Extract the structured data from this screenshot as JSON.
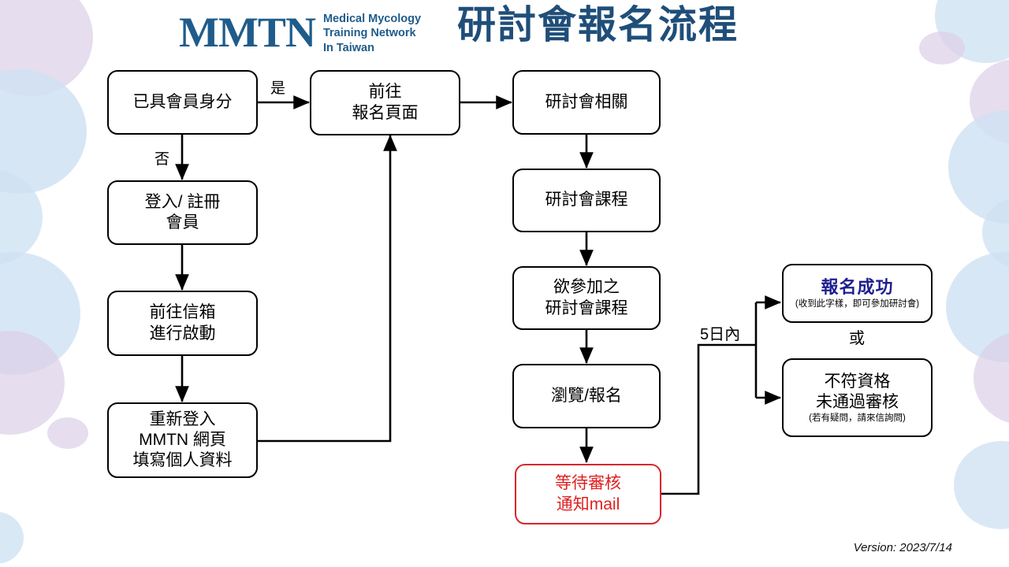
{
  "meta": {
    "version_text": "Version: 2023/7/14"
  },
  "header": {
    "logo_mark": "MMTN",
    "logo_subtitle": "Medical Mycology\nTraining Network\nIn Taiwan",
    "title": "研討會報名流程"
  },
  "colors": {
    "title_blue": "#1F4E79",
    "logo_blue": "#1F5C8B",
    "alert_red": "#E02020",
    "alert_border_red": "#D8262C",
    "success_navy": "#1F1F8F",
    "node_border": "#000000",
    "blob_blue": "#CFE2F3",
    "blob_purple": "#DCD0E8"
  },
  "flow": {
    "nodes": [
      {
        "id": "member-status",
        "label": "已具會員身分",
        "note": "",
        "style": "plain"
      },
      {
        "id": "registration-page",
        "label": "前往\n報名頁面",
        "note": "",
        "style": "plain"
      },
      {
        "id": "login-register",
        "label": "登入/ 註冊\n會員",
        "note": "",
        "style": "plain"
      },
      {
        "id": "activate-mail",
        "label": "前往信箱\n進行啟動",
        "note": "",
        "style": "plain"
      },
      {
        "id": "relogin-profile",
        "label": "重新登入\nMMTN 網頁\n填寫個人資料",
        "note": "",
        "style": "plain"
      },
      {
        "id": "seminar-info",
        "label": "研討會相關",
        "note": "",
        "style": "plain"
      },
      {
        "id": "seminar-courses",
        "label": "研討會課程",
        "note": "",
        "style": "plain"
      },
      {
        "id": "desired-course",
        "label": "欲參加之\n研討會課程",
        "note": "",
        "style": "plain"
      },
      {
        "id": "browse-apply",
        "label": "瀏覽/報名",
        "note": "",
        "style": "plain"
      },
      {
        "id": "await-review",
        "label": "等待審核\n通知mail",
        "note": "",
        "style": "red"
      },
      {
        "id": "apply-success",
        "label": "報名成功",
        "note": "(收到此字樣，即可參加研討會)",
        "style": "success"
      },
      {
        "id": "apply-rejected",
        "label": "不符資格\n未通過審核",
        "note": "(若有疑問，請來信詢問)",
        "style": "plain"
      }
    ],
    "edge_labels": [
      {
        "id": "yes",
        "text": "是"
      },
      {
        "id": "no",
        "text": "否"
      },
      {
        "id": "within-5day",
        "text": "5日內"
      },
      {
        "id": "or",
        "text": "或"
      }
    ]
  }
}
